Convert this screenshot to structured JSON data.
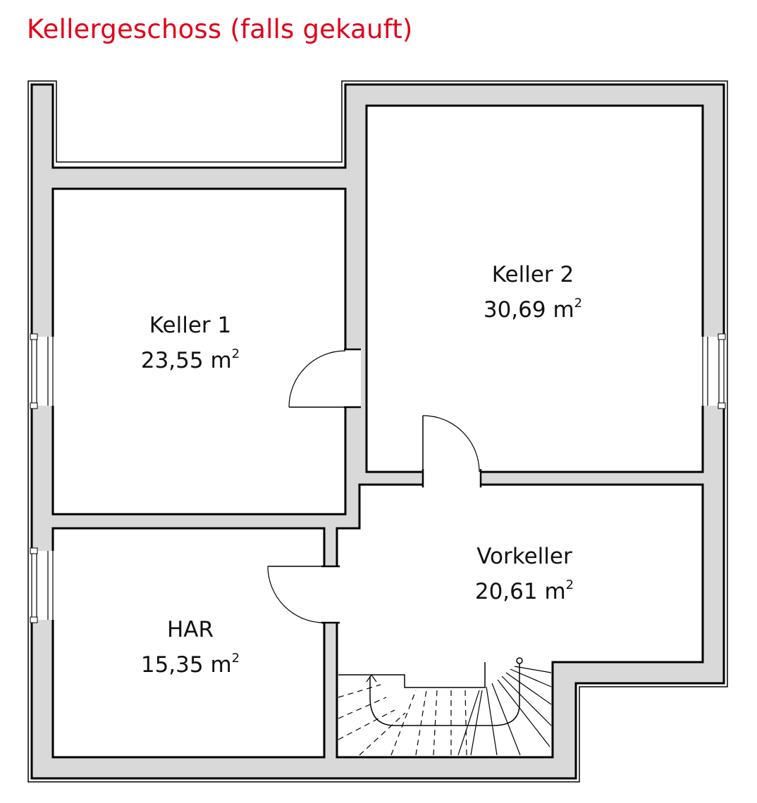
{
  "title": "Kellergeschoss (falls gekauft)",
  "colors": {
    "title": "#e2001a",
    "wall_fill": "#d9d9d9",
    "wall_stroke": "#000000",
    "text": "#111111"
  },
  "rooms": [
    {
      "name": "Keller 1",
      "area_value": "23,55 m",
      "area_exp": "2"
    },
    {
      "name": "Keller 2",
      "area_value": "30,69 m",
      "area_exp": "2"
    },
    {
      "name": "Vorkeller",
      "area_value": "20,61 m",
      "area_exp": "2"
    },
    {
      "name": "HAR",
      "area_value": "15,35 m",
      "area_exp": "2"
    }
  ]
}
